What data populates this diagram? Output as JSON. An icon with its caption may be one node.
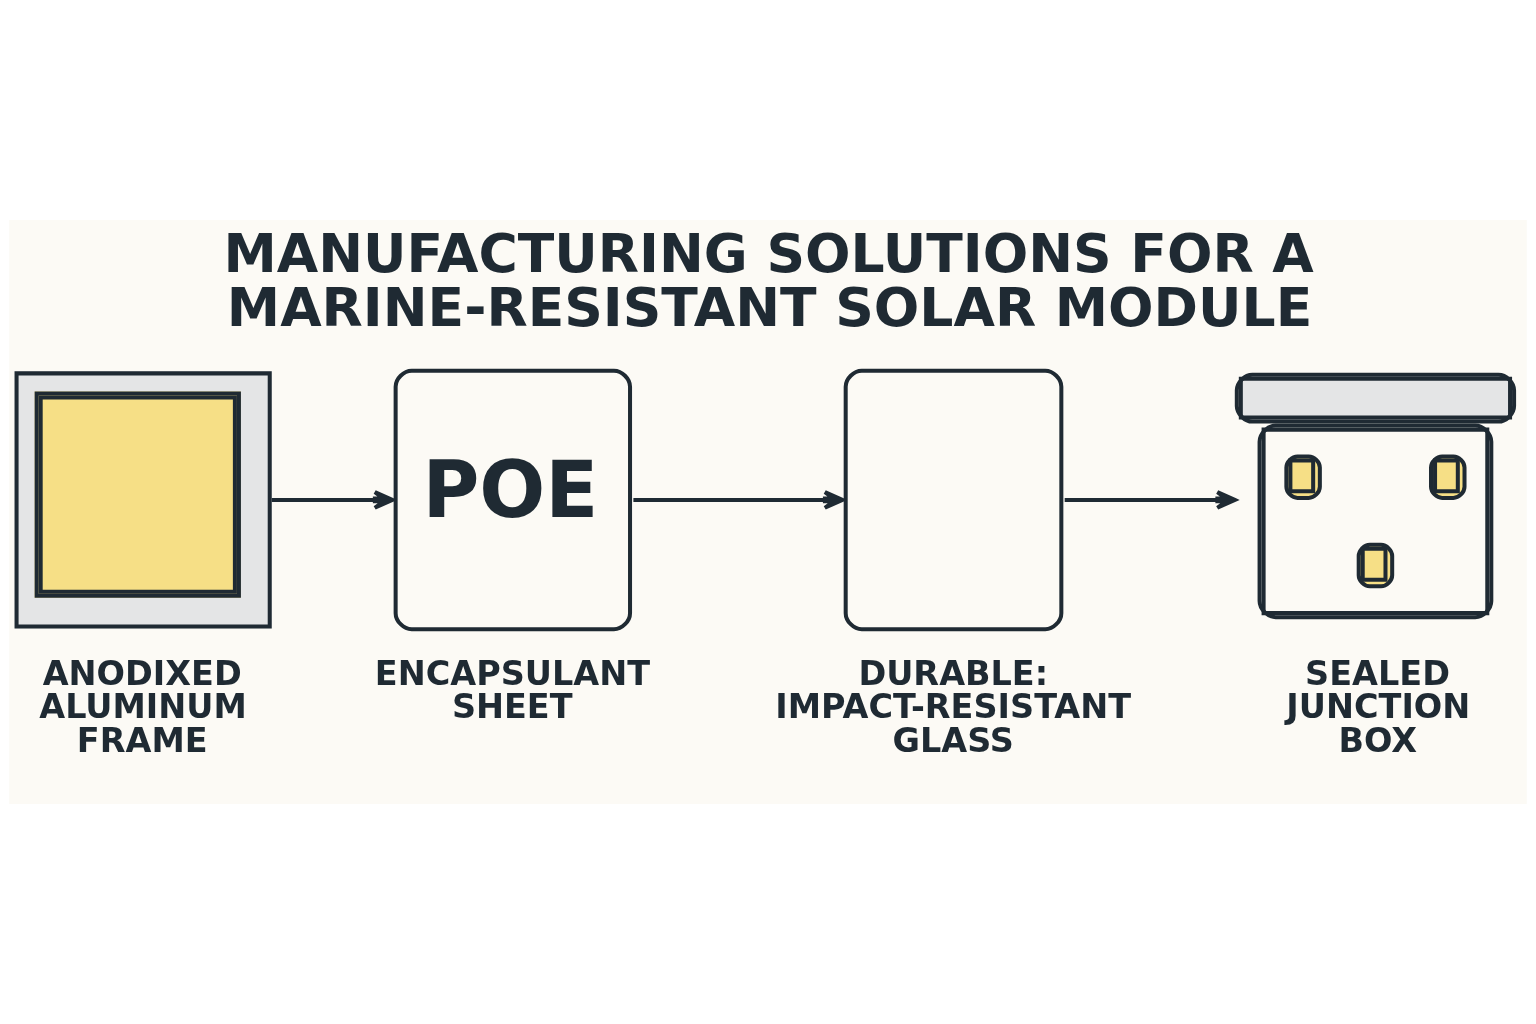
{
  "diagram": {
    "title": "MANUFACTURING SOLUTIONS FOR A MARINE-RESISTANT SOLAR MODULE",
    "nodes": [
      {
        "text": [],
        "shape": "picture",
        "beside": [
          "ANODIXED ALUMINUM FRAME"
        ]
      },
      {
        "text": [
          "POE"
        ],
        "beside": [
          "ENCAPSULANT SHEET"
        ]
      },
      {
        "text": [],
        "shape": "box",
        "beside": [
          "DURABLE: IMPACT-RESISTANT GLASS"
        ]
      },
      {
        "text": [],
        "shape": "picture",
        "beside": [
          "SEALED JUNCTION BOX"
        ]
      }
    ],
    "edges": [
      {
        "from": 0,
        "to": 1,
        "arrow": "to"
      },
      {
        "from": 1,
        "to": 2,
        "arrow": "to"
      },
      {
        "from": 2,
        "to": 3,
        "arrow": "to"
      }
    ]
  }
}
